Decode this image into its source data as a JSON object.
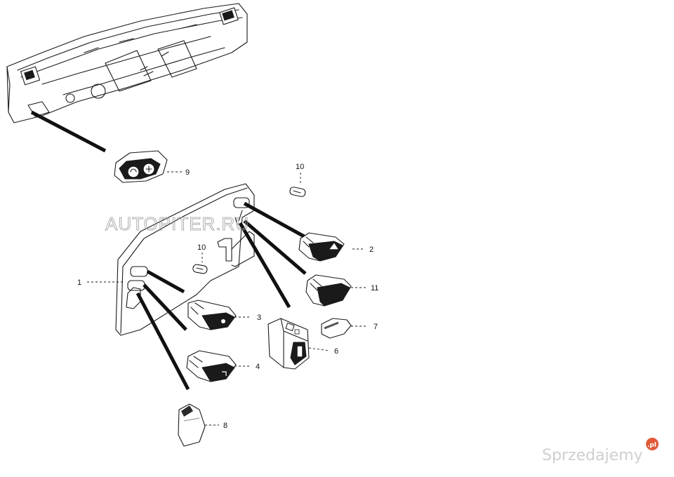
{
  "figure": {
    "background": "#ffffff",
    "drawing_area": "#ffffff",
    "outer_margin": "#ffffff"
  },
  "watermarks": {
    "center_text": "AUTOPITER.RU",
    "logo_text": "Sprzedajemy",
    "logo_tld": ".pl",
    "logo_color": "#cfcfcf",
    "logo_badge_color": "#e05a3a"
  },
  "callouts": {
    "c1": "1",
    "c2": "2",
    "c3": "3",
    "c4": "4",
    "c6": "6",
    "c7": "7",
    "c8": "8",
    "c9": "9",
    "c10a": "10",
    "c10b": "10",
    "c11": "11"
  }
}
